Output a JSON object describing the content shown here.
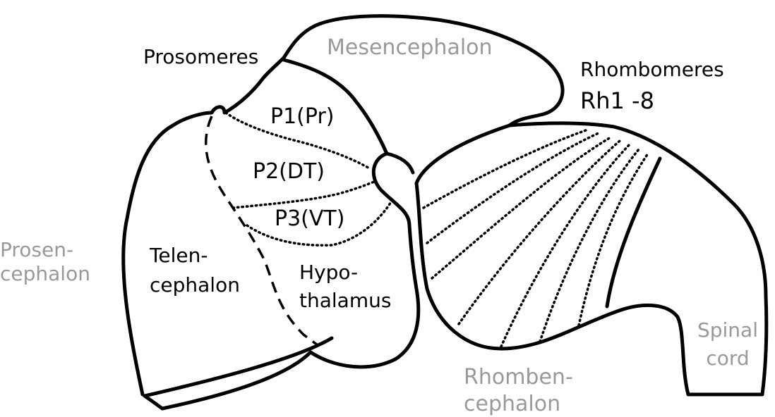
{
  "colors": {
    "outline": "#000000",
    "label_dark": "#000000",
    "label_grey": "#999999",
    "background": "#ffffff"
  },
  "labels": {
    "prosomeres": "Prosomeres",
    "mesencephalon": "Mesencephalon",
    "rhombomeres": "Rhombomeres",
    "rh_range": "Rh1 -8",
    "p1": "P1(Pr)",
    "p2": "P2(DT)",
    "p3": "P3(VT)",
    "prosencephalon_1": "Prosen-",
    "prosencephalon_2": "cephalon",
    "telencephalon_1": "Telen-",
    "telencephalon_2": "cephalon",
    "hypothalamus_1": "Hypo-",
    "hypothalamus_2": "thalamus",
    "spinal_cord_1": "Spinal",
    "spinal_cord_2": "cord",
    "rhombencephalon_1": "Rhomben-",
    "rhombencephalon_2": "cephalon"
  }
}
